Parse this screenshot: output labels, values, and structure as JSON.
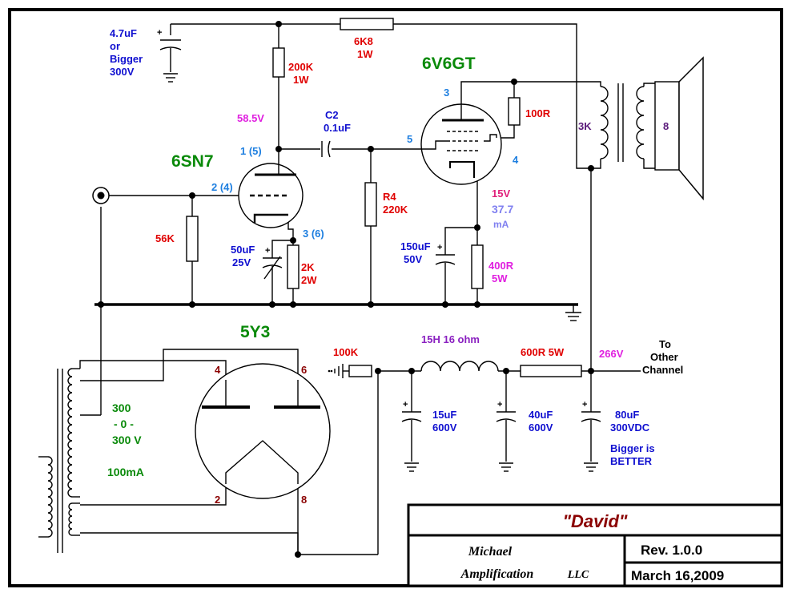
{
  "colors": {
    "red": "#e00000",
    "blue": "#1010d0",
    "green": "#0a8a0a",
    "magenta": "#e020e0",
    "purple": "#8a20c0",
    "lightblue": "#1e7fe0",
    "lavender": "#8080f0",
    "darkred": "#8b0000",
    "pink": "#e0207a",
    "darkpurple": "#5a1a7a"
  },
  "components": {
    "c_top": {
      "v1": "4.7uF",
      "v2": "or",
      "v3": "Bigger",
      "v4": "300V"
    },
    "r_6k8": {
      "v1": "6K8",
      "v2": "1W"
    },
    "r_200k": {
      "v1": "200K",
      "v2": "1W"
    },
    "v_58": "58.5V",
    "c2": {
      "v1": "C2",
      "v2": "0.1uF"
    },
    "tube_6sn7": "6SN7",
    "tube_6v6": "6V6GT",
    "pin_1_5": "1 (5)",
    "pin_2_4": "2 (4)",
    "pin_3_6": "3 (6)",
    "pin_6v6_3": "3",
    "pin_6v6_5": "5",
    "pin_6v6_4": "4",
    "r_100r": "100R",
    "xfmr_3k": "3K",
    "xfmr_8": "8",
    "r_56k": "56K",
    "c_50uf": {
      "v1": "50uF",
      "v2": "25V"
    },
    "r_2k": {
      "v1": "2K",
      "v2": "2W"
    },
    "r4": {
      "v1": "R4",
      "v2": "220K"
    },
    "v_15": "15V",
    "i_37": {
      "v1": "37.7",
      "v2": "mA"
    },
    "c_150uf": {
      "v1": "150uF",
      "v2": "50V"
    },
    "r_400r": {
      "v1": "400R",
      "v2": "5W"
    },
    "tube_5y3": "5Y3",
    "pin_5y3_4": "4",
    "pin_5y3_6": "6",
    "pin_5y3_2": "2",
    "pin_5y3_8": "8",
    "r_100k": "100K",
    "choke": "15H 16 ohm",
    "r_600r": "600R 5W",
    "v_266": "266V",
    "to_other": {
      "v1": "To",
      "v2": "Other",
      "v3": "Channel"
    },
    "pt_volts": {
      "v1": "300",
      "v2": "- 0 -",
      "v3": "300 V"
    },
    "pt_current": "100mA",
    "c_15uf": {
      "v1": "15uF",
      "v2": "600V"
    },
    "c_40uf": {
      "v1": "40uF",
      "v2": "600V"
    },
    "c_80uf": {
      "v1": "80uF",
      "v2": "300VDC",
      "v3": "Bigger is",
      "v4": "BETTER"
    },
    "cap_plus": "+"
  },
  "title_block": {
    "name": "\"David\"",
    "company_1": "Michael",
    "company_2": "Amplification",
    "company_3": "LLC",
    "rev": "Rev.  1.0.0",
    "date": "March 16,2009"
  }
}
